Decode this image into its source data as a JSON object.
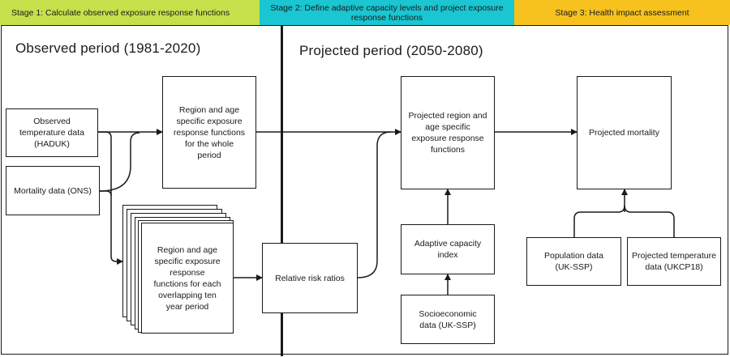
{
  "stages": [
    {
      "label": "Stage 1: Calculate observed exposure response functions",
      "color": "#c5e04a"
    },
    {
      "label": "Stage 2: Define adaptive capacity levels and project exposure response functions",
      "color": "#19c6d2"
    },
    {
      "label": "Stage 3: Health impact assessment",
      "color": "#f7c21e"
    }
  ],
  "periods": {
    "observed": "Observed period (1981-2020)",
    "projected": "Projected period (2050-2080)"
  },
  "boxes": {
    "observed_temperature": "Observed temperature data (HADUK)",
    "mortality_data": "Mortality data (ONS)",
    "whole_period_erf": "Region and age specific exposure response functions for the whole period",
    "ten_year_erf": "Region and age specific exposure response functions for each overlapping ten year period",
    "relative_risk": "Relative risk ratios",
    "projected_erf": "Projected region and age specific exposure response functions",
    "adaptive_capacity": "Adaptive capacity index",
    "socioeconomic": "Socioeconomic data (UK-SSP)",
    "projected_mortality": "Projected mortality",
    "population": "Population data (UK-SSP)",
    "projected_temperature": "Projected temperature data (UKCP18)"
  }
}
